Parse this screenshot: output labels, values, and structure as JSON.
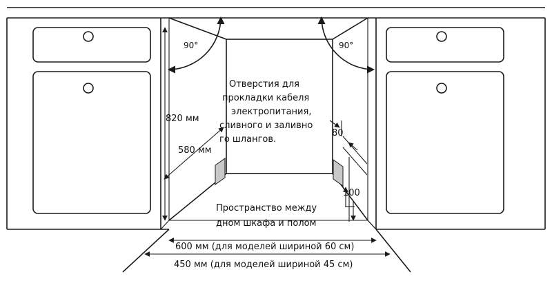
{
  "labels": {
    "holes_text": [
      "Отверстия для",
      "прокладки кабеля",
      "электропитания,",
      "сливного и заливно",
      "го шлангов."
    ],
    "space_text": [
      "Пространство между",
      "дном шкафа и полом"
    ],
    "height": "820 мм",
    "depth": "580 мм",
    "width_60": "600 мм (для моделей шириной 60 см)",
    "width_45": "450 мм (для моделей шириной 45 см)",
    "angle_left": "90°",
    "angle_right": "90°",
    "dim_80": "80",
    "dim_100": "100"
  },
  "colors": {
    "line": "#1a1a1a",
    "hole_fill": "#c8c8c8",
    "background": "#ffffff"
  }
}
